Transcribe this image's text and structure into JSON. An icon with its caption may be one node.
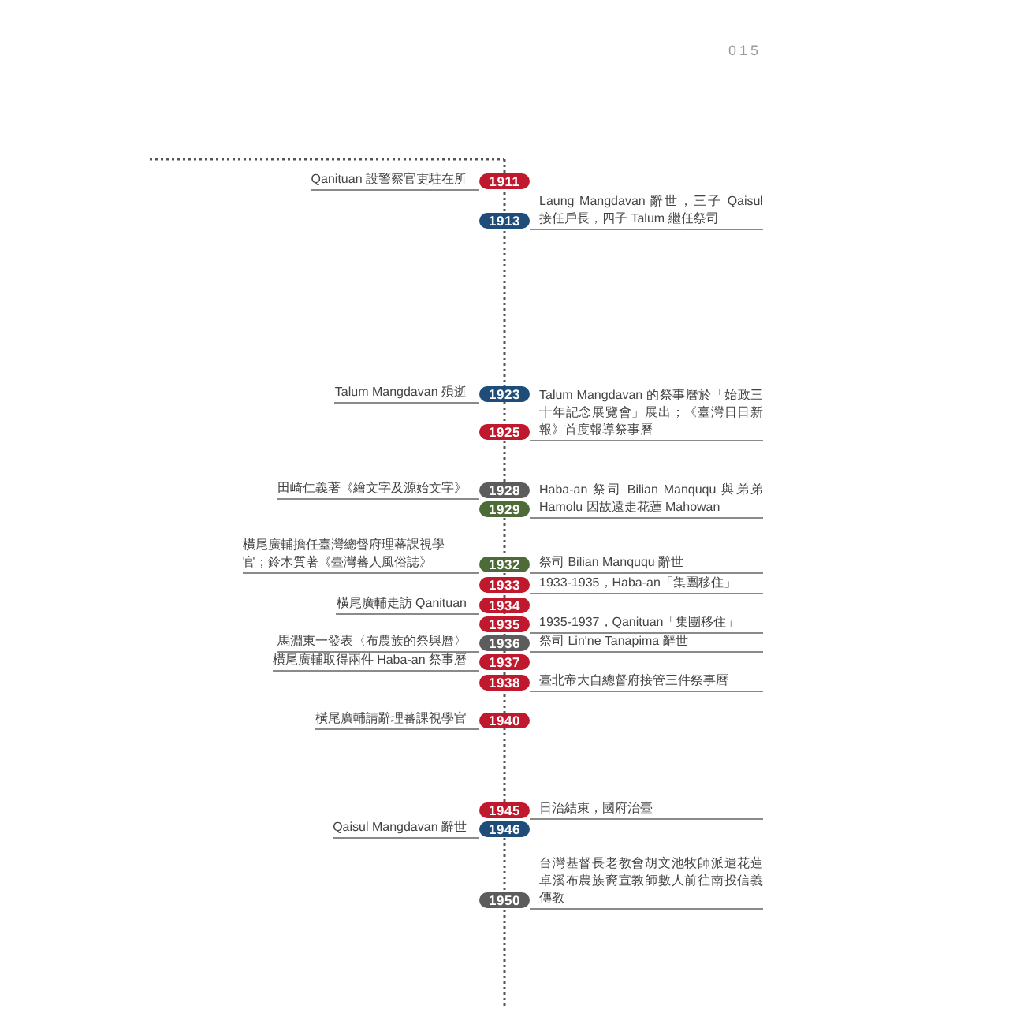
{
  "diagram": {
    "nodes": [
      {
        "text": [
          "1911"
        ],
        "beside": [
          "Qanituan 設警察官吏駐在所"
        ]
      },
      {
        "text": [
          "1913"
        ],
        "beside": [
          "Laung Mangdavan 辭世，三子 Qaisul 接任戶長，四子 Talum 繼任祭司"
        ]
      },
      {
        "text": [
          "1923"
        ],
        "beside": [
          "Talum Mangdavan 殞逝"
        ]
      },
      {
        "text": [
          "1925"
        ],
        "beside": [
          "Talum Mangdavan 的祭事曆於「始政三十年記念展覽會」展出；《臺灣日日新報》首度報導祭事曆"
        ]
      },
      {
        "text": [
          "1928"
        ],
        "beside": [
          "田崎仁義著《繪文字及源始文字》"
        ]
      },
      {
        "text": [
          "1929"
        ],
        "beside": [
          "Haba-an 祭司 Bilian Manququ 與弟弟 Hamolu 因故遠走花蓮 Mahowan"
        ]
      },
      {
        "text": [
          "1932"
        ],
        "beside": [
          "橫尾廣輔擔任臺灣總督府理蕃課視學官；鈴木質著《臺灣蕃人風俗誌》",
          "祭司 Bilian Manququ 辭世"
        ]
      },
      {
        "text": [
          "1933"
        ],
        "beside": [
          "1933-1935，Haba-an「集團移住」"
        ]
      },
      {
        "text": [
          "1934"
        ],
        "beside": [
          "橫尾廣輔走訪 Qanituan"
        ]
      },
      {
        "text": [
          "1935"
        ],
        "beside": [
          "1935-1937，Qanituan「集團移住」"
        ]
      },
      {
        "text": [
          "1936"
        ],
        "beside": [
          "馬淵東一發表〈布農族的祭與曆〉",
          "祭司 Lin'ne Tanapima 辭世"
        ]
      },
      {
        "text": [
          "1937"
        ],
        "beside": [
          "橫尾廣輔取得兩件 Haba-an 祭事曆"
        ]
      },
      {
        "text": [
          "1938"
        ],
        "beside": [
          "臺北帝大自總督府接管三件祭事曆"
        ]
      },
      {
        "text": [
          "1940"
        ],
        "beside": [
          "橫尾廣輔請辭理蕃課視學官"
        ]
      },
      {
        "text": [
          "1945"
        ],
        "beside": [
          "日治結束，國府治臺"
        ]
      },
      {
        "text": [
          "1946"
        ],
        "beside": [
          "Qaisul Mangdavan 辭世"
        ]
      },
      {
        "text": [
          "1950"
        ],
        "beside": [
          "台灣基督長老教會胡文池牧師派遣花蓮卓溪布農族裔宣教師數人前往南投信義傳教"
        ]
      }
    ],
    "labels": [
      "015"
    ]
  }
}
